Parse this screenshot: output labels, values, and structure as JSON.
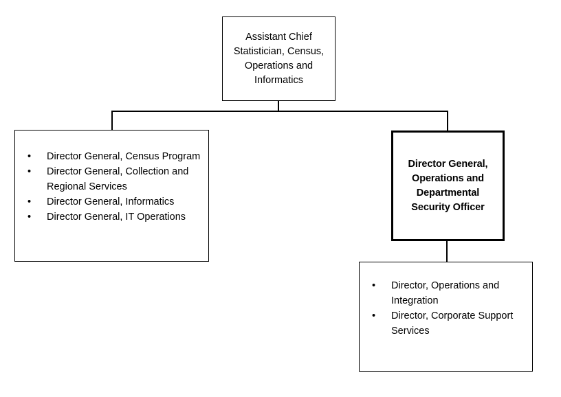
{
  "chart": {
    "title": "Assistant Chief Statistician, Census, Operations and Informatics organizational chart",
    "type": "org-chart",
    "bullet_glyph": "•"
  },
  "nodes": {
    "root": {
      "id": "assistant-chief-statistician",
      "style": "centered",
      "bold": false,
      "lines": [
        "Assistant Chief",
        "Statistician, Census,",
        "Operations and",
        "Informatics"
      ],
      "full_text": "Assistant Chief Statistician, Census, Operations and Informatics"
    },
    "left_group": {
      "id": "director-general-group",
      "style": "bulleted",
      "items": [
        "Director General, Census Program",
        "Director General, Collection and Regional Services",
        "Director General, Informatics",
        "Director General, IT Operations"
      ]
    },
    "right_head": {
      "id": "director-general-operations-dso",
      "style": "centered",
      "bold": true,
      "lines": [
        "Director General,",
        "Operations and",
        "Departmental",
        "Security Officer"
      ],
      "full_text": "Director General, Operations and Departmental Security Officer"
    },
    "right_children": {
      "id": "director-group",
      "style": "bulleted",
      "items": [
        "Director, Operations and Integration",
        "Director, Corporate Support Services"
      ]
    }
  },
  "colors": {
    "background": "#ffffff",
    "line": "#000000",
    "text": "#000000"
  }
}
